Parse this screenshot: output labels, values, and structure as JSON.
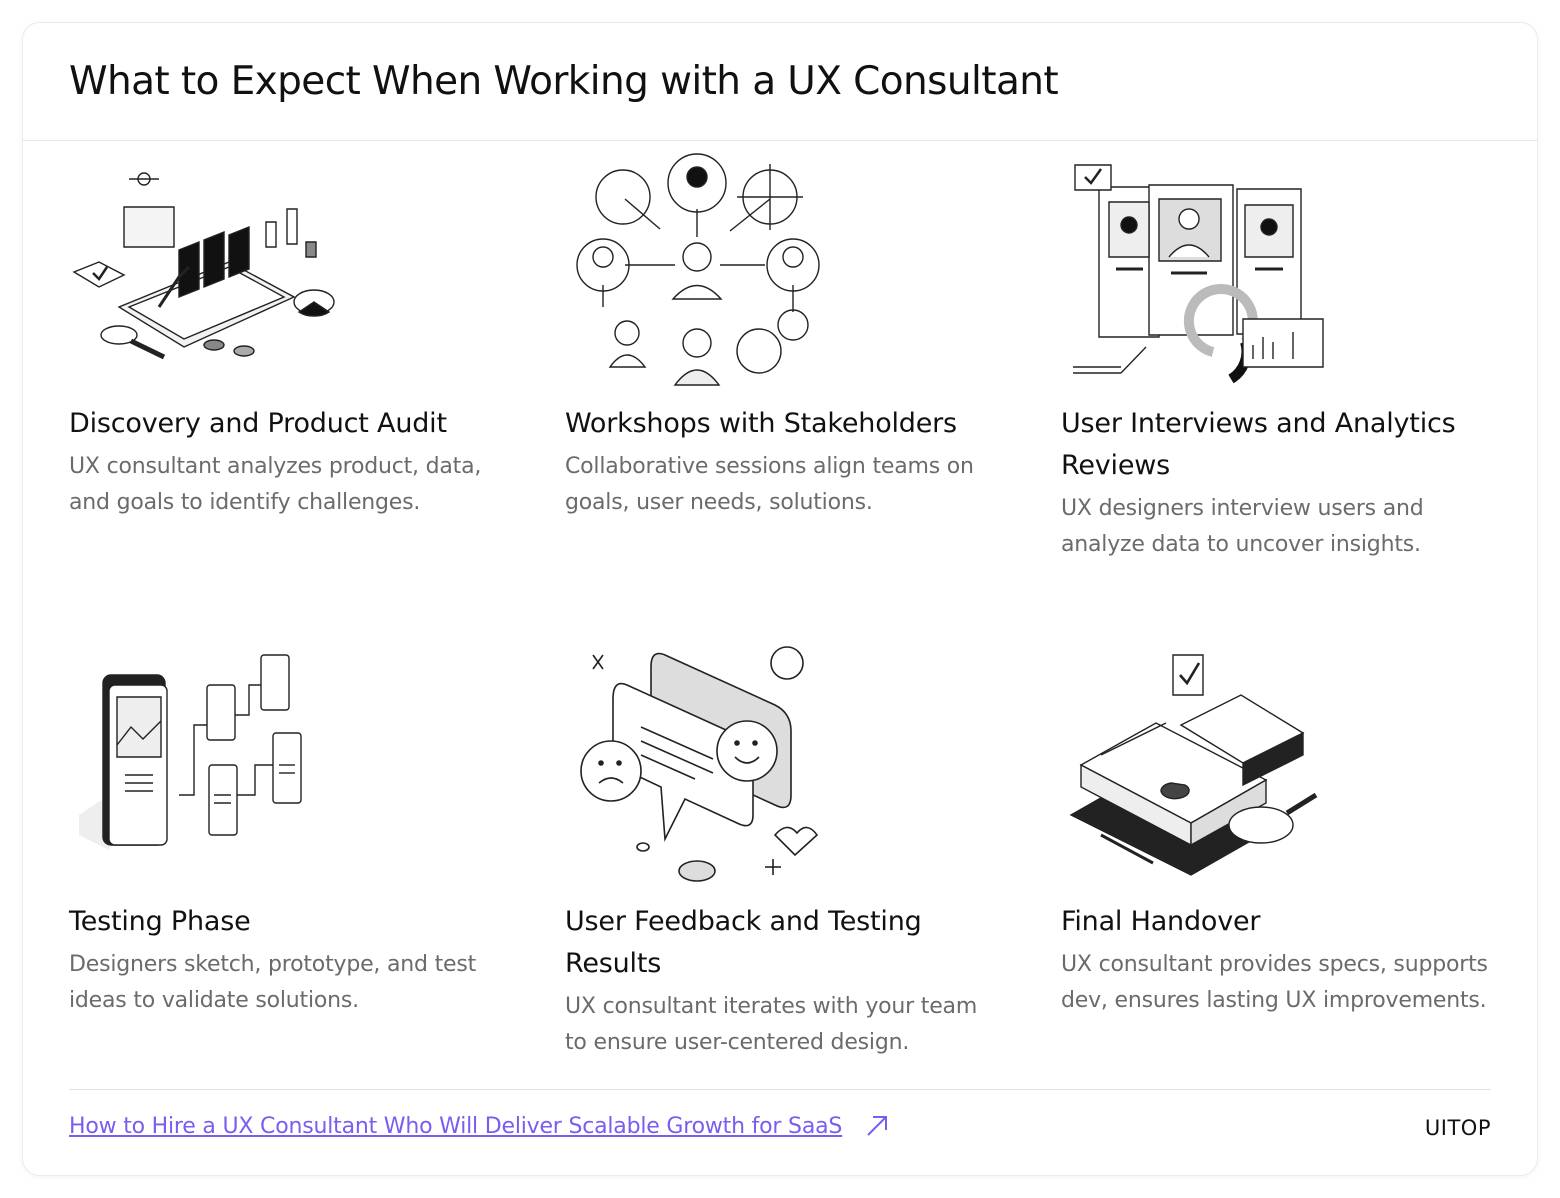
{
  "title": "What to Expect When Working with a UX Consultant",
  "items": [
    {
      "title": "Discovery and Product Audit",
      "desc": "UX consultant analyzes product, data, and goals to identify challenges."
    },
    {
      "title": "Workshops with Stakeholders",
      "desc": "Collaborative sessions align teams on goals, user needs, solutions."
    },
    {
      "title": "User Interviews and Analytics Reviews",
      "desc": "UX designers interview users and analyze data to uncover insights."
    },
    {
      "title": "Testing Phase",
      "desc": "Designers sketch, prototype, and test ideas to validate solutions."
    },
    {
      "title": "User Feedback and Testing Results",
      "desc": "UX consultant iterates with your team to ensure user-centered design."
    },
    {
      "title": "Final Handover",
      "desc": "UX consultant provides specs, supports dev, ensures lasting UX improvements."
    }
  ],
  "illustrations": [
    "audit-illustration",
    "stakeholders-illustration",
    "interviews-illustration",
    "testing-illustration",
    "feedback-illustration",
    "handover-illustration"
  ],
  "footer": {
    "link_text": "How to Hire a UX Consultant Who Will Deliver Scalable Growth for SaaS",
    "arrow_icon": "arrow-up-right-icon",
    "brand": "UITOP"
  },
  "colors": {
    "link": "#7b5cf0",
    "text": "#111111",
    "muted": "#6b6b6b"
  }
}
